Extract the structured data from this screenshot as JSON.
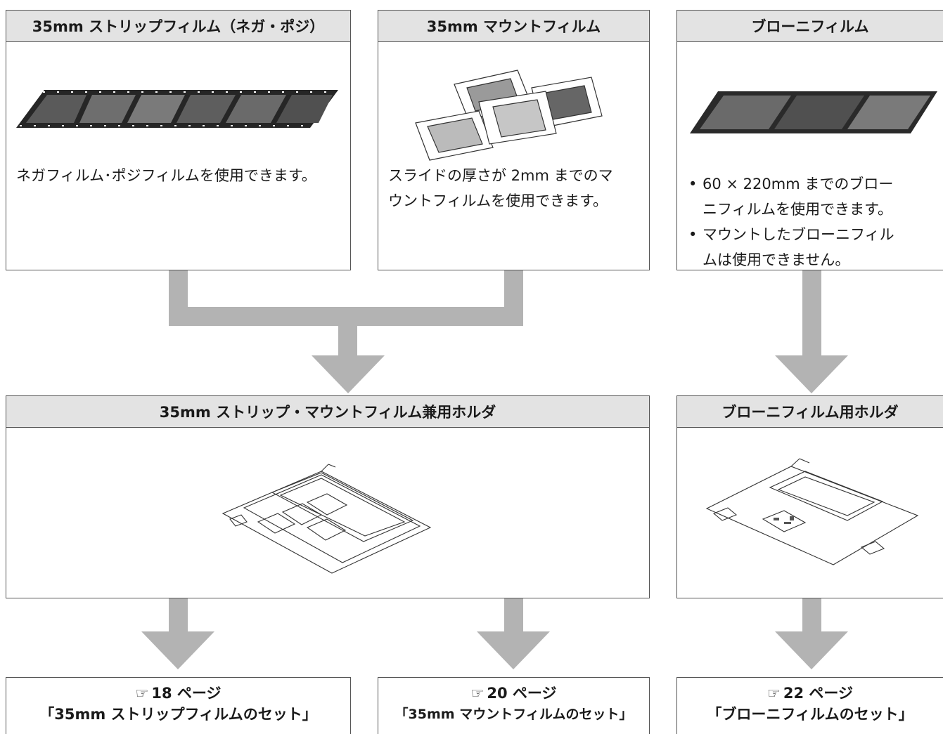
{
  "top_boxes": {
    "strip": {
      "title": "35mm ストリップフィルム（ネガ・ポジ）",
      "description": "ネガフィルム･ポジフィルムを使用できます。"
    },
    "mount": {
      "title": "35mm マウントフィルム",
      "description_lines": [
        "スライドの厚さが 2mm までのマ",
        "ウントフィルムを使用できます。"
      ]
    },
    "brownie": {
      "title": "ブローニフィルム",
      "bullets": [
        {
          "line1": "60 × 220mm までのブロー",
          "line2": "ニフィルムを使用できます。"
        },
        {
          "line1": "マウントしたブローニフィル",
          "line2": "ムは使用できません。"
        }
      ]
    }
  },
  "holders": {
    "combo": {
      "title": "35mm ストリップ・マウントフィルム兼用ホルダ"
    },
    "brownie": {
      "title": "ブローニフィルム用ホルダ"
    }
  },
  "references": [
    {
      "icon": "☞",
      "page": "18 ページ",
      "title": "「35mm ストリップフィルムのセット」"
    },
    {
      "icon": "☞",
      "page": "20 ページ",
      "title": "「35mm マウントフィルムのセット」"
    },
    {
      "icon": "☞",
      "page": "22 ページ",
      "title": "「ブローニフィルムのセット」"
    }
  ],
  "colors": {
    "header_bg": "#e3e3e3",
    "arrow": "#b3b3b3",
    "border": "#555555"
  }
}
